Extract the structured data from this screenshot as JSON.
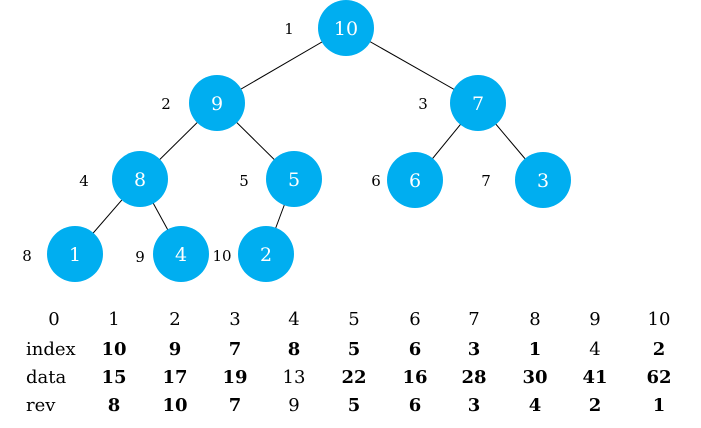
{
  "tree": {
    "nodes": [
      {
        "pos": "1",
        "value": "10"
      },
      {
        "pos": "2",
        "value": "9"
      },
      {
        "pos": "3",
        "value": "7"
      },
      {
        "pos": "4",
        "value": "8"
      },
      {
        "pos": "5",
        "value": "5"
      },
      {
        "pos": "6",
        "value": "6"
      },
      {
        "pos": "7",
        "value": "3"
      },
      {
        "pos": "8",
        "value": "1"
      },
      {
        "pos": "9",
        "value": "4"
      },
      {
        "pos": "10",
        "value": "2"
      }
    ],
    "edges": [
      [
        "1",
        "2"
      ],
      [
        "1",
        "3"
      ],
      [
        "2",
        "4"
      ],
      [
        "2",
        "5"
      ],
      [
        "3",
        "6"
      ],
      [
        "3",
        "7"
      ],
      [
        "4",
        "8"
      ],
      [
        "4",
        "9"
      ],
      [
        "5",
        "10"
      ]
    ],
    "node_color": "#00aef0",
    "node_text_color": "#ffffff"
  },
  "table": {
    "header": [
      "0",
      "1",
      "2",
      "3",
      "4",
      "5",
      "6",
      "7",
      "8",
      "9",
      "10"
    ],
    "rows": [
      {
        "label": "index",
        "cells": [
          "10",
          "9",
          "7",
          "8",
          "5",
          "6",
          "3",
          "1",
          "4",
          "2"
        ]
      },
      {
        "label": "data",
        "cells": [
          "15",
          "17",
          "19",
          "13",
          "22",
          "16",
          "28",
          "30",
          "41",
          "62"
        ]
      },
      {
        "label": "rev",
        "cells": [
          "8",
          "10",
          "7",
          "9",
          "5",
          "6",
          "3",
          "4",
          "2",
          "1"
        ]
      }
    ],
    "highlights": [
      {
        "row": "index",
        "column": "9"
      },
      {
        "row": "data",
        "column": "4"
      },
      {
        "row": "rev",
        "column": "4"
      }
    ],
    "highlight_color": "#ff0000"
  }
}
